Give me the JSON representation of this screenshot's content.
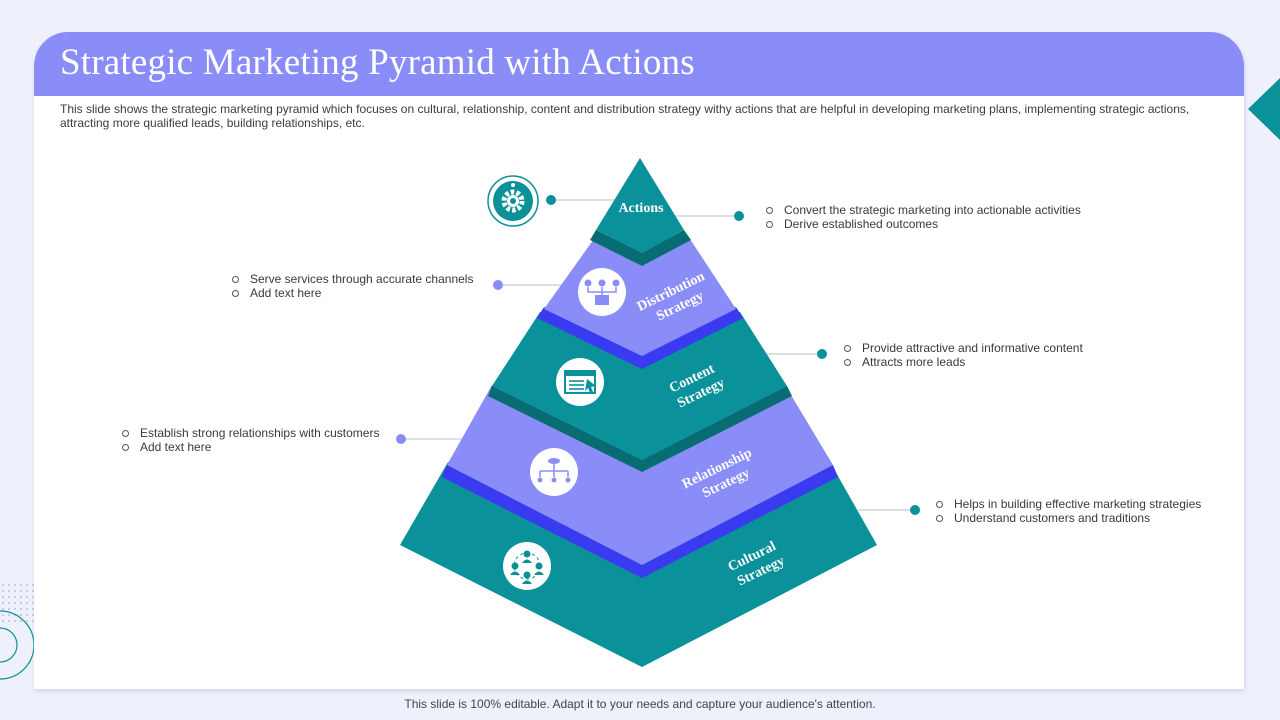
{
  "header": {
    "title": "Strategic Marketing Pyramid with Actions",
    "subtitle": "This slide shows the strategic marketing pyramid which focuses on cultural, relationship, content and distribution strategy withy actions that are helpful in developing marketing plans, implementing strategic actions, attracting more qualified leads, building relationships, etc."
  },
  "pyramid": {
    "tiers": [
      {
        "label": "Actions",
        "icon": "gear-icon",
        "points": [
          "Convert the strategic marketing into actionable activities",
          "Derive established outcomes"
        ]
      },
      {
        "label": "Distribution Strategy",
        "label_lines": [
          "Distribution",
          "Strategy"
        ],
        "icon": "distribution-network-icon",
        "points": [
          "Serve services through accurate channels",
          "Add text here"
        ]
      },
      {
        "label": "Content Strategy",
        "label_lines": [
          "Content",
          "Strategy"
        ],
        "icon": "content-browser-icon",
        "points": [
          "Provide attractive and informative content",
          "Attracts more leads"
        ]
      },
      {
        "label": "Relationship Strategy",
        "label_lines": [
          "Relationship",
          "Strategy"
        ],
        "icon": "hierarchy-icon",
        "points": [
          "Establish strong relationships with customers",
          "Add text here"
        ]
      },
      {
        "label": "Cultural Strategy",
        "label_lines": [
          "Cultural",
          "Strategy"
        ],
        "icon": "people-network-icon",
        "points": [
          "Helps in building effective marketing strategies",
          "Understand customers and traditions"
        ]
      }
    ]
  },
  "footer": {
    "text": "This slide is 100% editable. Adapt it to your needs and capture your audience's attention."
  },
  "colors": {
    "header": "#8a8df7",
    "teal": "#0a9199",
    "dark_teal": "#076d73",
    "lavender": "#8a8df7",
    "blue_band": "#3a3af0"
  }
}
